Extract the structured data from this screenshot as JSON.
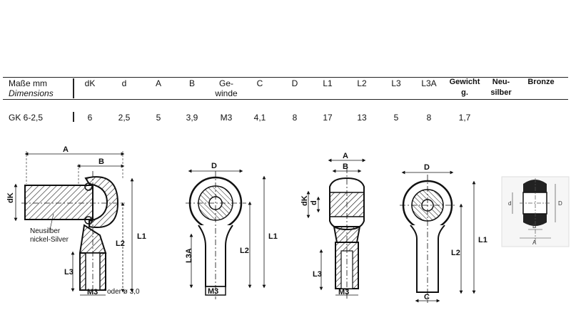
{
  "table": {
    "header_label": "Maße mm",
    "header_sublabel": "Dimensions",
    "columns": [
      {
        "key": "dK",
        "line1": "dK",
        "line2": ""
      },
      {
        "key": "d",
        "line1": "d",
        "line2": ""
      },
      {
        "key": "A",
        "line1": "A",
        "line2": ""
      },
      {
        "key": "B",
        "line1": "B",
        "line2": ""
      },
      {
        "key": "gewinde",
        "line1": "Ge-",
        "line2": "winde"
      },
      {
        "key": "C",
        "line1": "C",
        "line2": ""
      },
      {
        "key": "D",
        "line1": "D",
        "line2": ""
      },
      {
        "key": "L1",
        "line1": "L1",
        "line2": ""
      },
      {
        "key": "L2",
        "line1": "L2",
        "line2": ""
      },
      {
        "key": "L3",
        "line1": "L3",
        "line2": ""
      },
      {
        "key": "L3A",
        "line1": "L3A",
        "line2": ""
      }
    ],
    "extra_columns": [
      {
        "line1": "Gewicht",
        "line2": "g."
      },
      {
        "line1": "Neu-",
        "line2": "silber"
      },
      {
        "line1": "Bronze",
        "line2": ""
      }
    ],
    "row": {
      "name": "GK 6-2,5",
      "values": [
        "6",
        "2,5",
        "5",
        "3,9",
        "M3",
        "4,1",
        "8",
        "17",
        "13",
        "5",
        "8",
        "1,7"
      ]
    }
  },
  "drawings": {
    "fig1": {
      "A": "A",
      "B": "B",
      "dK": "dK",
      "L1": "L1",
      "L2": "L2",
      "L3": "L3",
      "M3": "M3",
      "note": "oder ø 3,0",
      "material_de": "Neusilber",
      "material_en": "nickel-Silver"
    },
    "fig2": {
      "D": "D",
      "L1": "L1",
      "L2": "L2",
      "L3A": "L3A",
      "M3": "M3"
    },
    "fig3": {
      "A": "A",
      "B": "B",
      "dK": "dK",
      "d": "d",
      "L3": "L3",
      "M3": "M3"
    },
    "fig4": {
      "D": "D",
      "L1": "L1",
      "L2": "L2",
      "C": "C"
    },
    "fig5": {
      "d": "d",
      "D": "D",
      "B": "B",
      "A": "A"
    }
  }
}
